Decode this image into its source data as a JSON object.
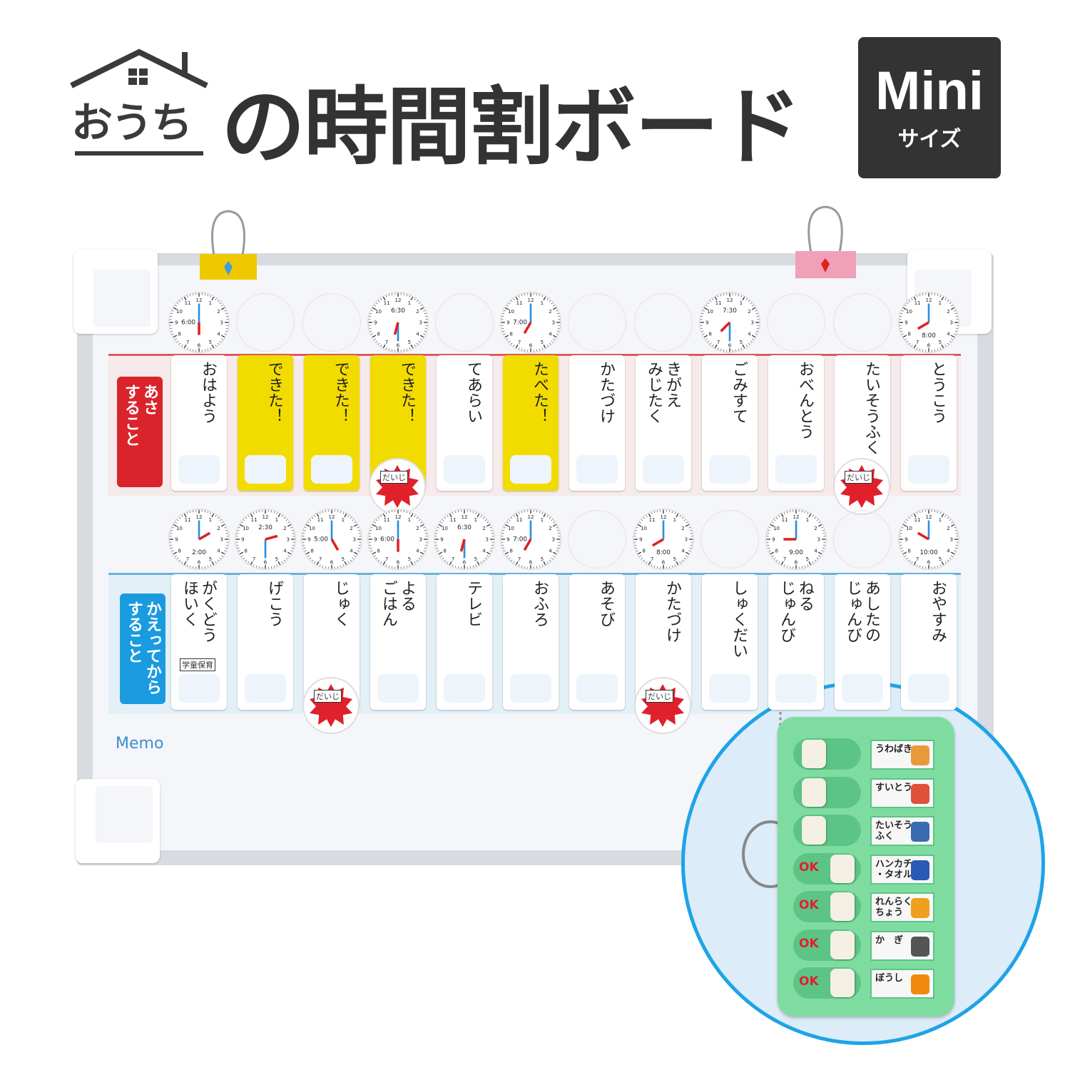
{
  "header": {
    "brand": "おうち",
    "title": "の時間割ボード",
    "badge_main": "Mini",
    "badge_sub": "サイズ"
  },
  "colors": {
    "morning_label": "#d9242c",
    "after_label": "#1a9be0",
    "done_card": "#f2dc00",
    "hour_hand": "#e02020",
    "minute_hand": "#2a8fe0",
    "keychain": "#7fdca0",
    "circle_border": "#1ea3e6"
  },
  "board": {
    "morning": {
      "label": "あさ\nすること",
      "clocks": [
        {
          "slot": 0,
          "time": "6:00"
        },
        {
          "slot": 3,
          "time": "6:30"
        },
        {
          "slot": 5,
          "time": "7:00"
        },
        {
          "slot": 8,
          "time": "7:30"
        },
        {
          "slot": 11,
          "time": "8:00"
        }
      ],
      "cards": [
        {
          "text": "おはよう",
          "icon": "sun-kids-icon"
        },
        {
          "text": "できた！",
          "done": true,
          "icon": "face-wash-icon"
        },
        {
          "text": "できた！",
          "done": true,
          "icon": "tooth-brush-icon"
        },
        {
          "text": "できた！",
          "done": true,
          "sticker": "だいじ"
        },
        {
          "text": "てあらい",
          "icon": "hand-wash-icon"
        },
        {
          "text": "たべた！",
          "done": true,
          "icon": "breakfast-icon"
        },
        {
          "text": "かたづけ",
          "icon": "teddy-bear-icon"
        },
        {
          "text": "きがえ\nみじたく",
          "icon": "shirt-icon"
        },
        {
          "text": "ごみすて",
          "icon": "girl-icon"
        },
        {
          "text": "おべんとう",
          "icon": "bento-icon"
        },
        {
          "text": "たいそうふく",
          "sticker": "だいじ"
        },
        {
          "text": "とうこう",
          "icon": "school-icon"
        }
      ]
    },
    "after": {
      "label": "かえってから\nすること",
      "clocks": [
        {
          "slot": 0,
          "time": "2:00"
        },
        {
          "slot": 1,
          "time": "2:30"
        },
        {
          "slot": 2,
          "time": "5:00"
        },
        {
          "slot": 3,
          "time": "6:00"
        },
        {
          "slot": 4,
          "time": "6:30"
        },
        {
          "slot": 5,
          "time": "7:00"
        },
        {
          "slot": 7,
          "time": "8:00"
        },
        {
          "slot": 9,
          "time": "9:00"
        },
        {
          "slot": 11,
          "time": "10:00"
        }
      ],
      "cards": [
        {
          "text": "がくどう\nほいく",
          "tag": "学童保育",
          "icon": "kids-icon"
        },
        {
          "text": "げこう",
          "icon": "school-icon"
        },
        {
          "text": "じゅく",
          "sticker": "だいじ"
        },
        {
          "text": "よる\nごはん",
          "icon": "dinner-icon"
        },
        {
          "text": "テレビ",
          "icon": "tv-icon"
        },
        {
          "text": "おふろ",
          "icon": "bath-icon"
        },
        {
          "text": "あそび",
          "icon": "game-controller-icon"
        },
        {
          "text": "かたづけ",
          "sticker": "だいじ"
        },
        {
          "text": "しゅくだい",
          "icon": "homework-icon"
        },
        {
          "text": "ねる\nじゅんび",
          "icon": "alarm-clock-icon"
        },
        {
          "text": "あしたの\nじゅんび",
          "icon": "school-bag-icon"
        },
        {
          "text": "おやすみ",
          "icon": "moon-icon"
        }
      ]
    },
    "memo_label": "Memo"
  },
  "keychain": {
    "items": [
      {
        "text": "うわばき",
        "ok": false,
        "icon": "shoes-icon",
        "color": "#e89a3a"
      },
      {
        "text": "すいとう",
        "ok": false,
        "icon": "water-bottle-icon",
        "color": "#e0503a"
      },
      {
        "text": "たいそう\nふく",
        "ok": false,
        "icon": "gym-clothes-icon",
        "color": "#3a6ab0"
      },
      {
        "text": "ハンカチ\n・タオル",
        "ok": true,
        "icon": "towel-icon",
        "color": "#2a5ab8"
      },
      {
        "text": "れんらく\nちょう",
        "ok": true,
        "icon": "notebook-icon",
        "color": "#f0a020"
      },
      {
        "text": "か　ぎ",
        "ok": true,
        "icon": "key-icon",
        "color": "#555555"
      },
      {
        "text": "ぼうし",
        "ok": true,
        "icon": "hat-icon",
        "color": "#f08a10"
      }
    ],
    "ok_label": "OK"
  }
}
